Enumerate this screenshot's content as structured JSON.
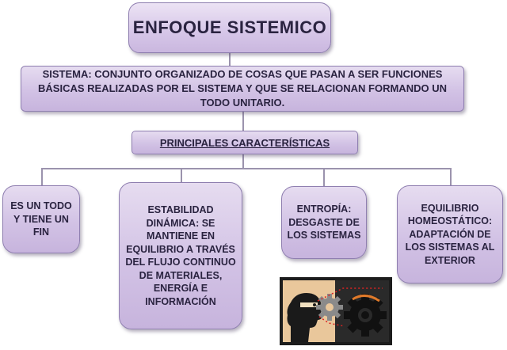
{
  "diagram": {
    "title": "ENFOQUE SISTEMICO",
    "definition": "SISTEMA: CONJUNTO ORGANIZADO DE COSAS QUE PASAN A SER FUNCIONES BÁSICAS REALIZADAS POR EL SISTEMA Y QUE SE RELACIONAN FORMANDO UN TODO UNITARIO.",
    "features_heading": "PRINCIPALES CARACTERÍSTICAS",
    "features": [
      {
        "label": "ES UN TODO Y TIENE UN FIN"
      },
      {
        "label": "ESTABILIDAD DINÁMICA: SE MANTIENE EN EQUILIBRIO A TRAVÉS DEL FLUJO CONTINUO DE MATERIALES, ENERGÍA E INFORMACIÓN"
      },
      {
        "label": "ENTROPÍA: DESGASTE DE LOS SISTEMAS"
      },
      {
        "label": "EQUILIBRIO HOMEOSTÁTICO: ADAPTACIÓN DE LOS SISTEMAS AL EXTERIOR"
      }
    ],
    "colors": {
      "box_fill": "#d2c2e5",
      "box_border": "#8f7fb0",
      "connector": "#9b93ad",
      "text": "#2a2340",
      "illustration_bg": "#e9c79b"
    },
    "illustration_icon": "head-with-gears-icon"
  }
}
